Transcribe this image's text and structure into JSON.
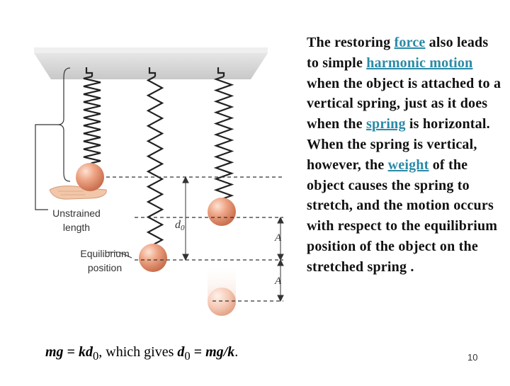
{
  "figure": {
    "unstrained_label_line1": "Unstrained",
    "unstrained_label_line2": "length",
    "equilibrium_label_line1": "Equilibrium",
    "equilibrium_label_line2": "position",
    "d0_label": "d",
    "d0_sub": "0",
    "amplitude_label_upper": "A",
    "amplitude_label_lower": "A"
  },
  "caption": {
    "mg": "mg",
    "eq": " = ",
    "kd": "kd",
    "sub0a": "0",
    "which": ", which gives ",
    "d": "d",
    "sub0b": "0",
    "eq2": " = ",
    "mgk": "mg/k",
    "end": "."
  },
  "text": {
    "p1": "The restoring ",
    "link_force": "force",
    "p2": " also leads to simple ",
    "link_harmonic_motion": "harmonic motion",
    "p3": " when the object is attached to a vertical spring, just as it does when the ",
    "link_spring": "spring",
    "p4": " is horizontal. When the spring is vertical, however, the ",
    "link_weight": "weight",
    "p5": " of the object causes the spring to stretch, and the motion occurs with respect to the equilibrium position of the object on the stretched spring ."
  },
  "slide_number": "10",
  "colors": {
    "link": "#2a8aa6",
    "ceiling": "#d6d6d6",
    "ball": "#e8a080"
  }
}
